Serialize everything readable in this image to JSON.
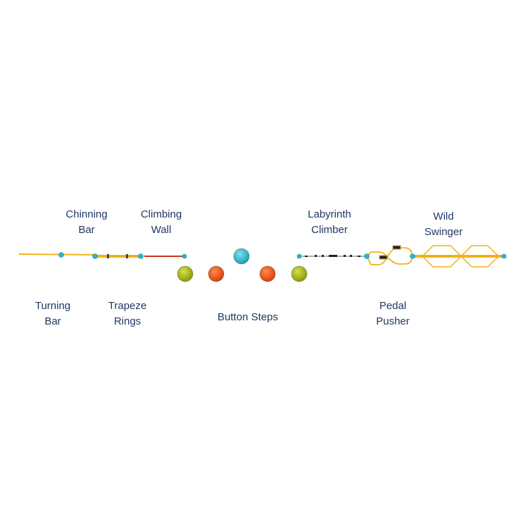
{
  "components": [
    {
      "id": "turning-bar",
      "lines": [
        "Turning",
        "Bar"
      ]
    },
    {
      "id": "chinning-bar",
      "lines": [
        "Chinning",
        "Bar"
      ]
    },
    {
      "id": "trapeze-rings",
      "lines": [
        "Trapeze",
        "Rings"
      ]
    },
    {
      "id": "climbing-wall",
      "lines": [
        "Climbing",
        "Wall"
      ]
    },
    {
      "id": "button-steps",
      "lines": [
        "Button Steps"
      ]
    },
    {
      "id": "labyrinth-climber",
      "lines": [
        "Labyrinth",
        "Climber"
      ]
    },
    {
      "id": "pedal-pusher",
      "lines": [
        "Pedal",
        "Pusher"
      ]
    },
    {
      "id": "wild-swinger",
      "lines": [
        "Wild",
        "Swinger"
      ]
    }
  ],
  "colors": {
    "label": "#1f3864",
    "yellow": "#f0b21a",
    "red": "#c8361a",
    "cyan": "#2bb7c9",
    "green": "#a9b816",
    "orange": "#f0531c"
  }
}
